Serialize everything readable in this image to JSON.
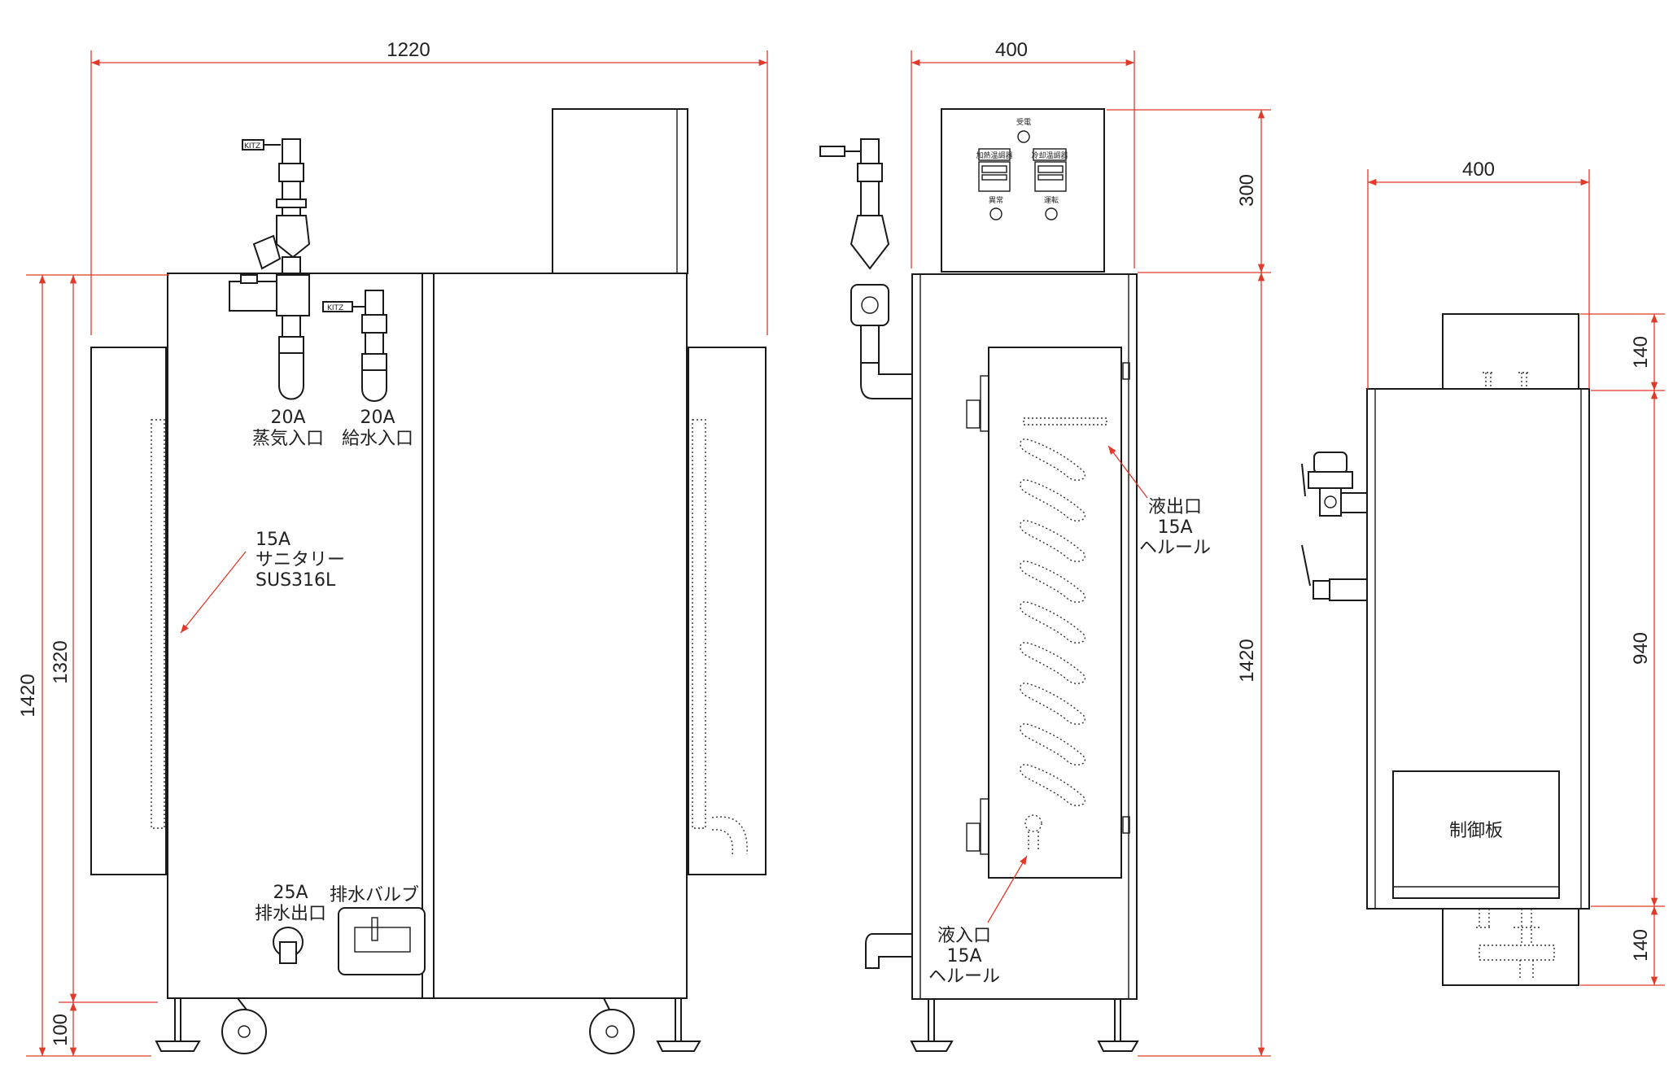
{
  "dimensions": {
    "front_width": "1220",
    "front_height_total": "1420",
    "front_height_body": "1320",
    "front_leg": "100",
    "side_width": "400",
    "side_panel_height": "300",
    "side_height_total": "1420",
    "top_width": "400",
    "top_upper": "140",
    "top_middle": "940",
    "top_lower": "140"
  },
  "labels": {
    "steam_size": "20A",
    "steam_name": "蒸気入口",
    "water_size": "20A",
    "water_name": "給水入口",
    "sanitary_size": "15A",
    "sanitary_name": "サニタリー",
    "sanitary_material": "SUS316L",
    "drain_size": "25A",
    "drain_name": "排水出口",
    "drain_valve": "排水バルブ",
    "liquid_out_name": "液出口",
    "liquid_out_size": "15A",
    "liquid_out_type": "ヘルール",
    "liquid_in_name": "液入口",
    "liquid_in_size": "15A",
    "liquid_in_type": "ヘルール",
    "control_board": "制御板"
  },
  "panel": {
    "lamp_top": "受電",
    "meter_left": "加熱温調器",
    "meter_right": "冷却温調器",
    "lamp_left": "異常",
    "lamp_right": "運転"
  },
  "valve_tag": "KITZ",
  "colors": {
    "dimension_line": "#e03a2a",
    "outline": "#1a1a1a"
  }
}
